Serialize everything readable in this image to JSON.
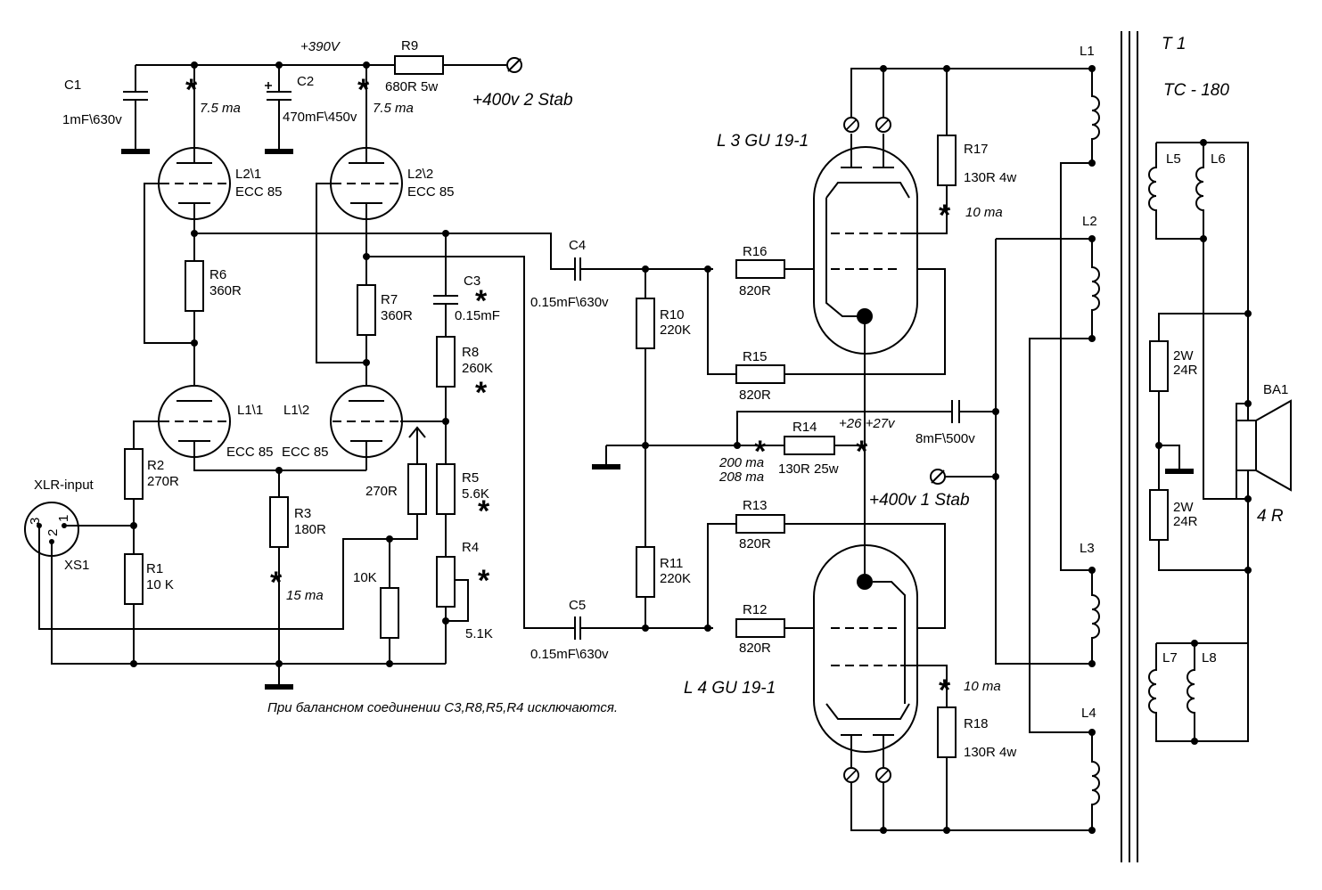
{
  "supply": {
    "v390": "+390V",
    "v400_2": "+400v  2 Stab",
    "v400_1": "+400v 1 Stab",
    "cathode": "+26  +27v",
    "cur_200": "200 ma",
    "cur_208": "208 ma"
  },
  "currents": {
    "l2_1": "7.5 ma",
    "l2_2": "7.5 ma",
    "r3": "15 ma",
    "r17": "10 ma",
    "r18": "10 ma"
  },
  "components": {
    "C1": {
      "ref": "C1",
      "value": "1mF\\630v"
    },
    "C2": {
      "ref": "C2",
      "value": "470mF\\450v"
    },
    "C3": {
      "ref": "C3",
      "value": "0.15mF"
    },
    "C4": {
      "ref": "C4",
      "value": "0.15mF\\630v"
    },
    "C5": {
      "ref": "C5",
      "value": "0.15mF\\630v"
    },
    "C_out": {
      "value": "8mF\\500v"
    },
    "R1": {
      "ref": "R1",
      "value": "10 K"
    },
    "R2": {
      "ref": "R2",
      "value": "270R"
    },
    "R3": {
      "ref": "R3",
      "value": "180R"
    },
    "R4": {
      "ref": "R4",
      "value": "5.1K"
    },
    "R5": {
      "ref": "R5",
      "value": "5.6K"
    },
    "R6": {
      "ref": "R6",
      "value": "360R"
    },
    "R7": {
      "ref": "R7",
      "value": "360R"
    },
    "R8": {
      "ref": "R8",
      "value": "260K"
    },
    "R9": {
      "ref": "R9",
      "value": "680R 5w"
    },
    "R10": {
      "ref": "R10",
      "value": "220K"
    },
    "R11": {
      "ref": "R11",
      "value": "220K"
    },
    "R12": {
      "ref": "R12",
      "value": "820R"
    },
    "R13": {
      "ref": "R13",
      "value": "820R"
    },
    "R14": {
      "ref": "R14",
      "value": "130R 25w"
    },
    "R15": {
      "ref": "R15",
      "value": "820R"
    },
    "R16": {
      "ref": "R16",
      "value": "820R"
    },
    "R17": {
      "ref": "R17",
      "value": "130R 4w"
    },
    "R18": {
      "ref": "R18",
      "value": "130R 4w"
    },
    "R270": {
      "value": "270R"
    },
    "R10K": {
      "value": "10K"
    },
    "R2W_a": {
      "power": "2W",
      "value": "24R"
    },
    "R2W_b": {
      "power": "2W",
      "value": "24R"
    }
  },
  "tubes": {
    "L1_1": {
      "ref": "L1\\1",
      "type": "ECC 85"
    },
    "L1_2": {
      "ref": "L1\\2",
      "type": "ECC 85"
    },
    "L2_1": {
      "ref": "L2\\1",
      "type": "ECC 85"
    },
    "L2_2": {
      "ref": "L2\\2",
      "type": "ECC 85"
    },
    "L3": "L 3 GU 19-1",
    "L4": "L 4 GU 19-1"
  },
  "input": {
    "label": "XLR-input",
    "ref": "XS1",
    "pins": [
      "3",
      "2",
      "1"
    ]
  },
  "transformer": {
    "ref": "T 1",
    "type": "TC - 180",
    "windings": [
      "L1",
      "L2",
      "L3",
      "L4",
      "L5",
      "L6",
      "L7",
      "L8"
    ]
  },
  "speaker": {
    "ref": "BA1",
    "impedance": "4 R"
  },
  "star": "*",
  "note": "При балансном соединении C3,R8,R5,R4 исключаются."
}
